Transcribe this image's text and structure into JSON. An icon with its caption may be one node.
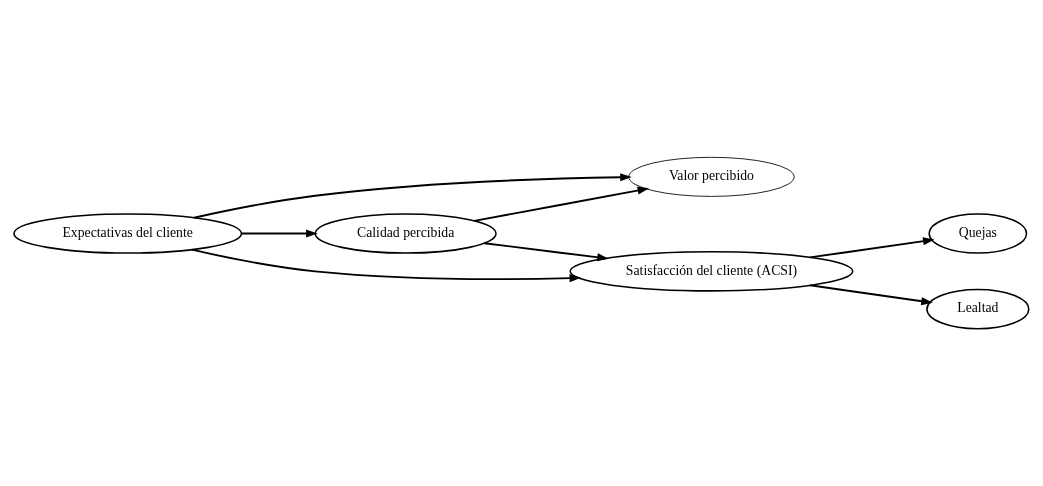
{
  "diagram": {
    "nodes": [
      {
        "text": [
          "Expectativas del cliente"
        ]
      },
      {
        "text": [
          "Valor percibido"
        ]
      },
      {
        "text": [
          "Satisfacción del cliente (ACSI)"
        ]
      },
      {
        "text": [
          "Quejas"
        ]
      },
      {
        "text": [
          "Calidad percibida"
        ]
      },
      {
        "text": [
          "Lealtad"
        ]
      }
    ],
    "edges": [
      {
        "from": 0,
        "to": 4,
        "arrow": "to"
      },
      {
        "from": 0,
        "to": 1,
        "arrow": "to"
      },
      {
        "from": 0,
        "to": 2,
        "arrow": "to"
      },
      {
        "from": 4,
        "to": 1,
        "arrow": "to"
      },
      {
        "from": 4,
        "to": 2,
        "arrow": "to"
      },
      {
        "from": 2,
        "to": 3,
        "arrow": "to"
      },
      {
        "from": 2,
        "to": 5,
        "arrow": "to"
      }
    ]
  }
}
